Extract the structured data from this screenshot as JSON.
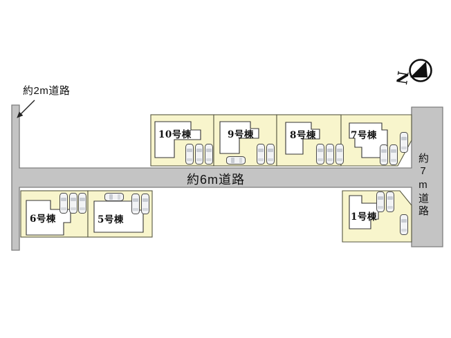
{
  "figure": {
    "kind": "residential-site-plan",
    "units": "m"
  },
  "roads": {
    "west_road_label": "約2m道路",
    "main_road_label": "約6m道路",
    "east_road_label": "約7m道路"
  },
  "compass": {
    "north_label": "N",
    "style": "circle-with-black-triangle, north pointing lower-left"
  },
  "lots": [
    {
      "id": "lot-10",
      "label": "10号棟",
      "parking_spaces": 3
    },
    {
      "id": "lot-9",
      "label": "9号棟",
      "parking_spaces": 3
    },
    {
      "id": "lot-8",
      "label": "8号棟",
      "parking_spaces": 3
    },
    {
      "id": "lot-7",
      "label": "7号棟",
      "parking_spaces": 3
    },
    {
      "id": "lot-6",
      "label": "6号棟",
      "parking_spaces": 3
    },
    {
      "id": "lot-5",
      "label": "5号棟",
      "parking_spaces": 3
    },
    {
      "id": "lot-1",
      "label": "1号棟",
      "parking_spaces": 3
    }
  ],
  "icons": {
    "car": "car-icon",
    "north_arrow": "compass-north-icon",
    "road_pointer": "arrow-icon"
  },
  "colors": {
    "lot_fill": "#f8f5cc",
    "lot_border": "#55553f",
    "road_fill": "#c4c4c4",
    "road_border": "#7d7d7d",
    "house_fill": "#ffffff",
    "house_border": "#333333",
    "text": "#111111"
  }
}
